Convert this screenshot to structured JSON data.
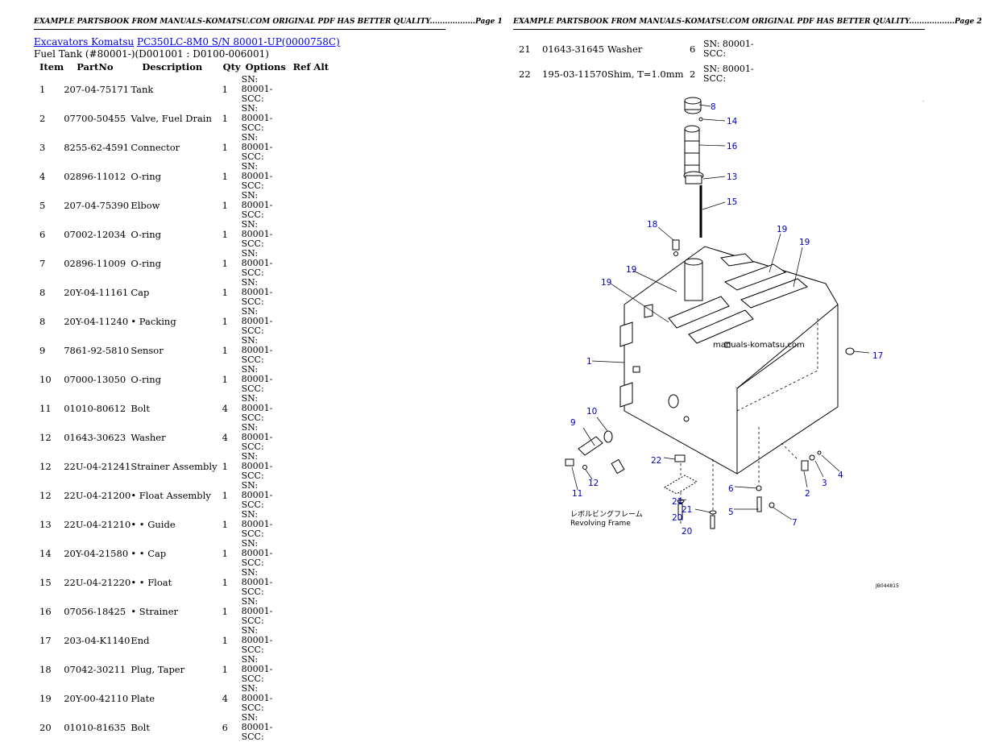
{
  "header": {
    "page1": "EXAMPLE PARTSBOOK FROM MANUALS-KOMATSU.COM ORIGINAL PDF HAS BETTER QUALITY..................Page 1",
    "page2": "EXAMPLE PARTSBOOK FROM MANUALS-KOMATSU.COM ORIGINAL PDF HAS BETTER QUALITY..................Page 2"
  },
  "breadcrumb": {
    "link1": "Excavators Komatsu",
    "link2": "PC350LC-8M0 S/N 80001-UP(0000758C)"
  },
  "subtitle": "Fuel Tank (#80001-)(D001001 : D0100-006001)",
  "columns": [
    "Item",
    "PartNo",
    "Description",
    "Qty",
    "Options",
    "Ref Alt"
  ],
  "rows_page1": [
    {
      "item": "1",
      "partno": "207-04-75171",
      "desc": "Tank",
      "qty": "1",
      "options": "SN: 80001-SCC:"
    },
    {
      "item": "2",
      "partno": "07700-50455",
      "desc": "Valve, Fuel Drain",
      "qty": "1",
      "options": "SN: 80001-SCC:"
    },
    {
      "item": "3",
      "partno": "8255-62-4591",
      "desc": "Connector",
      "qty": "1",
      "options": "SN: 80001-SCC:"
    },
    {
      "item": "4",
      "partno": "02896-11012",
      "desc": "O-ring",
      "qty": "1",
      "options": "SN: 80001-SCC:"
    },
    {
      "item": "5",
      "partno": "207-04-75390",
      "desc": "Elbow",
      "qty": "1",
      "options": "SN: 80001-SCC:"
    },
    {
      "item": "6",
      "partno": "07002-12034",
      "desc": "O-ring",
      "qty": "1",
      "options": "SN: 80001-SCC:"
    },
    {
      "item": "7",
      "partno": "02896-11009",
      "desc": "O-ring",
      "qty": "1",
      "options": "SN: 80001-SCC:"
    },
    {
      "item": "8",
      "partno": "20Y-04-11161",
      "desc": "Cap",
      "qty": "1",
      "options": "SN: 80001-SCC:"
    },
    {
      "item": "8",
      "partno": "20Y-04-11240",
      "desc": "• Packing",
      "qty": "1",
      "options": "SN: 80001-SCC:"
    },
    {
      "item": "9",
      "partno": "7861-92-5810",
      "desc": "Sensor",
      "qty": "1",
      "options": "SN: 80001-SCC:"
    },
    {
      "item": "10",
      "partno": "07000-13050",
      "desc": "O-ring",
      "qty": "1",
      "options": "SN: 80001-SCC:"
    },
    {
      "item": "11",
      "partno": "01010-80612",
      "desc": "Bolt",
      "qty": "4",
      "options": "SN: 80001-SCC:"
    },
    {
      "item": "12",
      "partno": "01643-30623",
      "desc": "Washer",
      "qty": "4",
      "options": "SN: 80001-SCC:"
    },
    {
      "item": "12",
      "partno": "22U-04-21241",
      "desc": "Strainer Assembly",
      "qty": "1",
      "options": "SN: 80001-SCC:"
    },
    {
      "item": "12",
      "partno": "22U-04-21200",
      "desc": "• Float Assembly",
      "qty": "1",
      "options": "SN: 80001-SCC:"
    },
    {
      "item": "13",
      "partno": "22U-04-21210",
      "desc": "• • Guide",
      "qty": "1",
      "options": "SN: 80001-SCC:"
    },
    {
      "item": "14",
      "partno": "20Y-04-21580",
      "desc": "• • Cap",
      "qty": "1",
      "options": "SN: 80001-SCC:"
    },
    {
      "item": "15",
      "partno": "22U-04-21220",
      "desc": "• • Float",
      "qty": "1",
      "options": "SN: 80001-SCC:"
    },
    {
      "item": "16",
      "partno": "07056-18425",
      "desc": "• Strainer",
      "qty": "1",
      "options": "SN: 80001-SCC:"
    },
    {
      "item": "17",
      "partno": "203-04-K1140",
      "desc": "End",
      "qty": "1",
      "options": "SN: 80001-SCC:"
    },
    {
      "item": "18",
      "partno": "07042-30211",
      "desc": "Plug, Taper",
      "qty": "1",
      "options": "SN: 80001-SCC:"
    },
    {
      "item": "19",
      "partno": "20Y-00-42110",
      "desc": "Plate",
      "qty": "4",
      "options": "SN: 80001-SCC:"
    },
    {
      "item": "20",
      "partno": "01010-81635",
      "desc": "Bolt",
      "qty": "6",
      "options": "SN: 80001-SCC:"
    }
  ],
  "rows_page2": [
    {
      "item": "21",
      "partno": "01643-31645",
      "desc": "Washer",
      "qty": "6",
      "options": "SN: 80001-SCC:"
    },
    {
      "item": "22",
      "partno": "195-03-11570",
      "desc": "Shim, T=1.0mm",
      "qty": "2",
      "options": "SN: 80001-SCC:"
    }
  ],
  "diagram": {
    "watermark": "manuals-komatsu.com",
    "jp_label": "レボルビングフレーム",
    "en_label": "Revolving Frame",
    "code": "JB044815",
    "callouts": [
      "1",
      "2",
      "3",
      "4",
      "5",
      "6",
      "7",
      "8",
      "9",
      "10",
      "11",
      "12",
      "13",
      "14",
      "15",
      "16",
      "17",
      "18",
      "19",
      "19",
      "19",
      "19",
      "20",
      "20",
      "21",
      "21",
      "22"
    ]
  }
}
